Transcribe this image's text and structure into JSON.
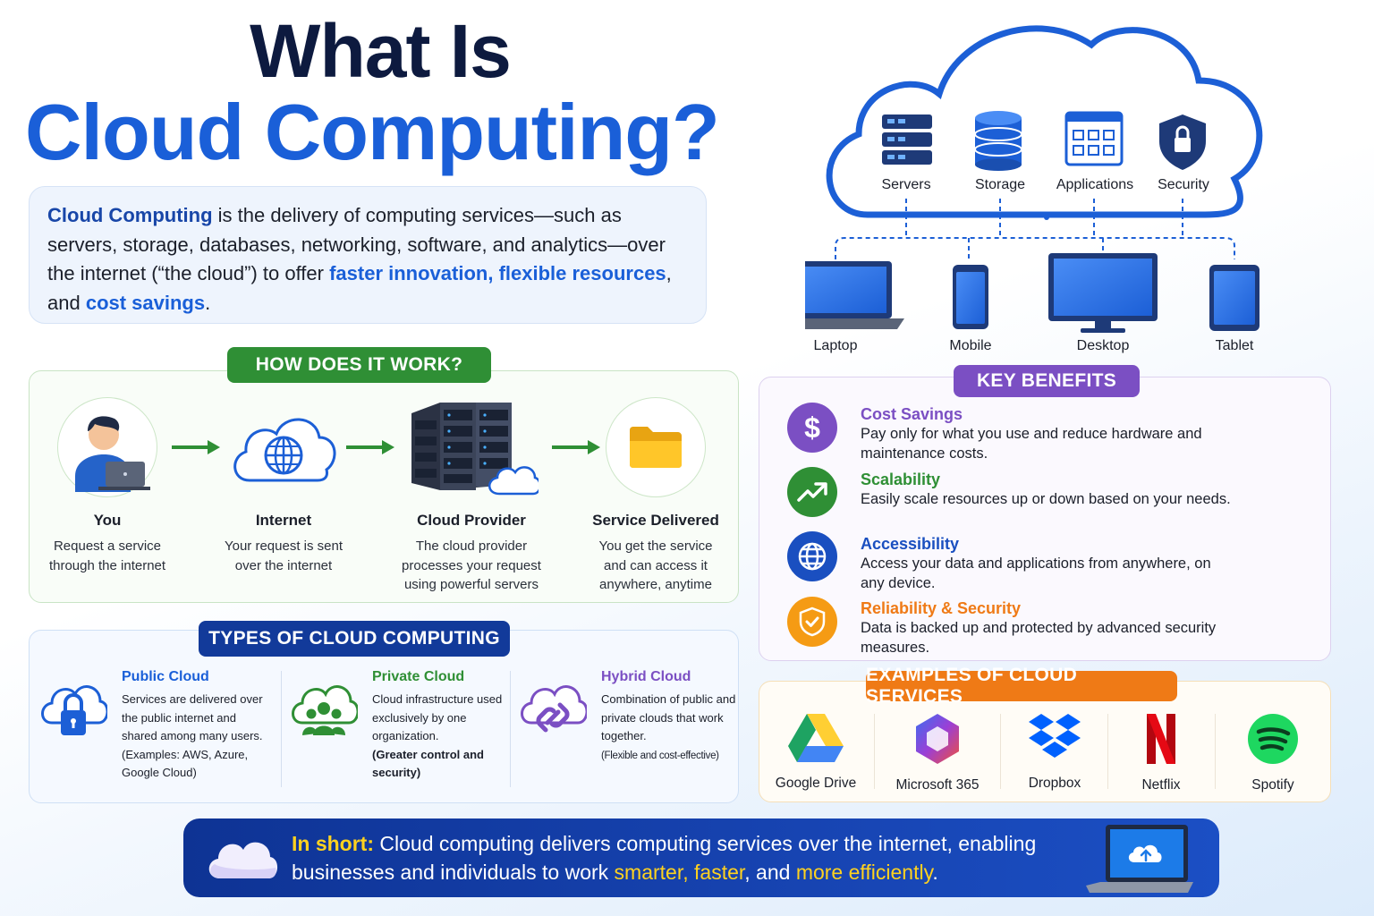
{
  "title": {
    "line1": "What Is",
    "line2": "Cloud Computing?"
  },
  "definition": {
    "term": "Cloud Computing",
    "part1": " is the delivery of computing services—such as servers, storage, databases, networking, software, and analytics—over the internet (“the cloud”) to offer ",
    "hl1": "faster innovation, flexible resources",
    "part2": ", and ",
    "hl2": "cost savings",
    "part3": "."
  },
  "cloud_diagram": {
    "services": [
      "Servers",
      "Storage",
      "Applications",
      "Security"
    ],
    "devices": [
      "Laptop",
      "Mobile",
      "Desktop",
      "Tablet"
    ]
  },
  "how_it_works": {
    "heading": "HOW DOES IT WORK?",
    "steps": [
      {
        "title": "You",
        "desc": "Request a service through the internet"
      },
      {
        "title": "Internet",
        "desc": "Your request is sent over the internet"
      },
      {
        "title": "Cloud Provider",
        "desc": "The cloud provider processes your request using powerful servers"
      },
      {
        "title": "Service Delivered",
        "desc": "You get the service and can access it anywhere, anytime"
      }
    ]
  },
  "types": {
    "heading": "TYPES OF CLOUD COMPUTING",
    "items": [
      {
        "title": "Public Cloud",
        "desc": "Services are delivered over the public internet and shared among many users. (Examples: AWS, Azure, Google Cloud)",
        "color": "#1a5fd8"
      },
      {
        "title": "Private Cloud",
        "desc": "Cloud infrastructure used exclusively by one organization.",
        "note": "(Greater control and security)",
        "color": "#2f8f35"
      },
      {
        "title": "Hybrid Cloud",
        "desc": "Combination of public and private clouds that work together.",
        "note": "(Flexible and cost-effective)",
        "color": "#7b4fc3"
      }
    ]
  },
  "benefits": {
    "heading": "KEY BENEFITS",
    "items": [
      {
        "title": "Cost Savings",
        "desc": "Pay only for what you use and reduce hardware and maintenance costs.",
        "color": "#7b4fc3"
      },
      {
        "title": "Scalability",
        "desc": "Easily scale resources up or down based on your needs.",
        "color": "#2f8f35"
      },
      {
        "title": "Accessibility",
        "desc": "Access your data and applications from anywhere, on any device.",
        "color": "#1a4fc0"
      },
      {
        "title": "Reliability & Security",
        "desc": "Data is backed up and protected by advanced security measures.",
        "color": "#ef7a16"
      }
    ]
  },
  "examples": {
    "heading": "EXAMPLES OF CLOUD SERVICES",
    "items": [
      "Google Drive",
      "Microsoft 365",
      "Dropbox",
      "Netflix",
      "Spotify"
    ]
  },
  "in_short": {
    "label": "In short:",
    "text1": " Cloud computing delivers computing services over the internet, enabling businesses and individuals to work ",
    "hl1": "smarter, faster",
    "text2": ", and ",
    "hl2": "more efficiently",
    "text3": "."
  }
}
